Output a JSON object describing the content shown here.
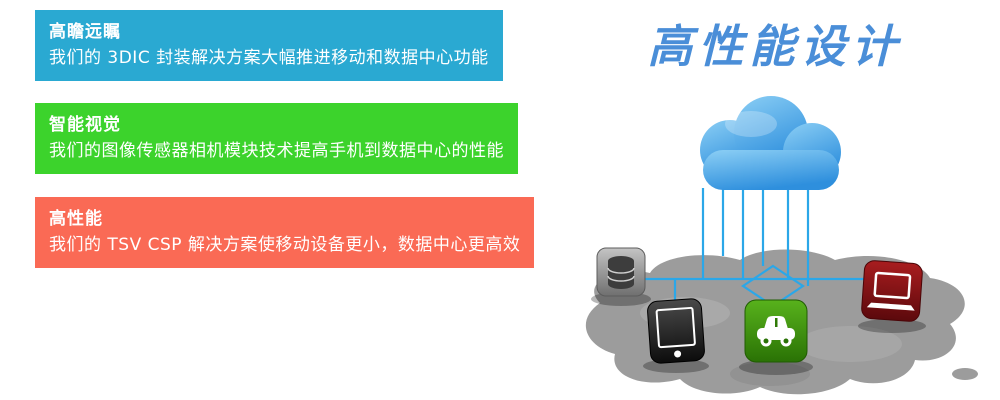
{
  "banners": [
    {
      "title": "高瞻远瞩",
      "description": "我们的 3DIC 封装解决方案大幅推进移动和数据中心功能",
      "color": "#2AA9D2"
    },
    {
      "title": "智能视觉",
      "description": "我们的图像传感器相机模块技术提高手机到数据中心的性能",
      "color": "#3CD32C"
    },
    {
      "title": "高性能",
      "description": "我们的 TSV CSP 解决方案使移动设备更小，数据中心更高效",
      "color": "#FA6A55"
    }
  ],
  "headline": {
    "text": "高性能设计",
    "color": "#4A8ED8"
  },
  "illustration": {
    "icons": [
      "cloud-icon",
      "database-icon",
      "tablet-icon",
      "car-icon",
      "laptop-icon"
    ],
    "cloud_color": "#3E9BE3",
    "circuit_color": "#2BA7E8",
    "map_color": "#9C9C9C",
    "device_colors": {
      "database": "#8A8A8A",
      "tablet": "#111111",
      "car": "#3C8F0F",
      "laptop": "#8E1215"
    }
  }
}
